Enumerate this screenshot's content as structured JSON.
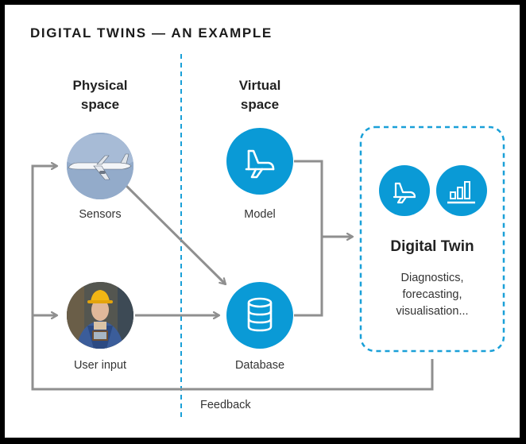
{
  "title": "DIGITAL TWINS — AN EXAMPLE",
  "physical": {
    "heading_line1": "Physical",
    "heading_line2": "space"
  },
  "virtual": {
    "heading_line1": "Virtual",
    "heading_line2": "space"
  },
  "nodes": {
    "sensors": "Sensors",
    "user_input": "User input",
    "model": "Model",
    "database": "Database"
  },
  "twin": {
    "title": "Digital Twin",
    "desc_line1": "Diagnostics,",
    "desc_line2": "forecasting,",
    "desc_line3": "visualisation..."
  },
  "feedback": "Feedback",
  "colors": {
    "accent_blue": "#0a9ad6",
    "arrow_gray": "#8f8f8f",
    "dashed_blue": "#1aa0d8",
    "photo_bg": "#8ea6c6"
  },
  "icons": [
    "airplane-icon",
    "database-icon",
    "bar-chart-icon"
  ]
}
